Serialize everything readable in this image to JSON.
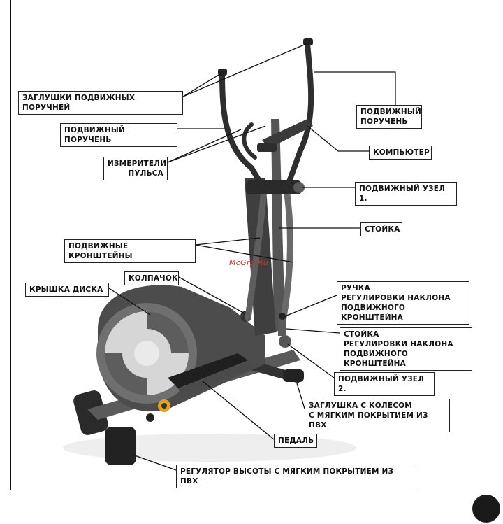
{
  "labels": {
    "handlebar_caps": "ЗАГЛУШКИ ПОДВИЖНЫХ ПОРУЧНЕЙ",
    "moving_handlebar_left": "ПОДВИЖНЫЙ ПОРУЧЕНЬ",
    "moving_handlebar_right": "ПОДВИЖНЫЙ\nПОРУЧЕНЬ",
    "pulse_sensors": "ИЗМЕРИТЕЛИ\nПУЛЬСА",
    "computer": "КОМПЬЮТЕР",
    "moving_joint_1": "ПОДВИЖНЫЙ УЗЕЛ 1.",
    "post": "СТОЙКА",
    "moving_brackets": "ПОДВИЖНЫЕ КРОНШТЕЙНЫ",
    "cap": "КОЛПАЧОК",
    "disc_cover": "КРЫШКА ДИСКА",
    "tilt_knob": "РУЧКА\nРЕГУЛИРОВКИ НАКЛОНА\nПОДВИЖНОГО КРОНШТЕЙНА",
    "tilt_post": "СТОЙКА\nРЕГУЛИРОВКИ НАКЛОНА\nПОДВИЖНОГО КРОНШТЕЙНА",
    "moving_joint_2": "ПОДВИЖНЫЙ УЗЕЛ 2.",
    "wheel_cap": "ЗАГЛУШКА С КОЛЕСОМ\nС МЯГКИМ ПОКРЫТИЕМ ИЗ ПВХ",
    "pedal": "ПЕДАЛЬ",
    "height_leveler": "РЕГУЛЯТОР ВЫСОТЫ С МЯГКИМ ПОКРЫТИЕМ ИЗ ПВХ"
  },
  "watermark": "McGrp.Ru",
  "colors": {
    "frame": "#4a4a4a",
    "frame_light": "#8a8a8a",
    "disc": "#6e6e6e",
    "disc_light": "#c8c8c8",
    "accent": "#e3a21a"
  }
}
